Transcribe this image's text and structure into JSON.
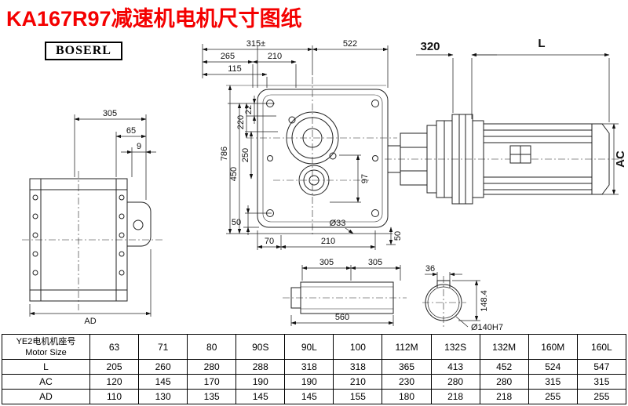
{
  "page": {
    "title": "KA167R97减速机电机尺寸图纸",
    "brand": "BOSERL"
  },
  "drawing": {
    "side_view": {
      "w305": "305",
      "w65": "65",
      "w9": "9",
      "ad": "AD"
    },
    "front_view": {
      "t315": "315±",
      "t522": "522",
      "t265": "265",
      "t210": "210",
      "t115": "115",
      "l22": "22",
      "l220": "220",
      "l250": "250",
      "l450": "450",
      "l786": "786",
      "r97": "97",
      "b50l": "50",
      "b70": "70",
      "b210": "210",
      "b33": "Ø33",
      "b50r": "50"
    },
    "motor_view": {
      "w320": "320",
      "len": "L",
      "ac": "AC"
    },
    "shaft_view": {
      "a305": "305",
      "b305": "305",
      "len560": "560"
    },
    "bore_view": {
      "key36": "36",
      "h1484": "148.4",
      "bore": "Ø140H7"
    }
  },
  "table": {
    "header_cn": "YE2电机机座号",
    "header_en": "Motor Size",
    "sizes": [
      "63",
      "71",
      "80",
      "90S",
      "90L",
      "100",
      "112M",
      "132S",
      "132M",
      "160M",
      "160L"
    ],
    "rows": [
      {
        "label": "L",
        "values": [
          "205",
          "260",
          "280",
          "288",
          "318",
          "318",
          "365",
          "413",
          "452",
          "524",
          "547"
        ]
      },
      {
        "label": "AC",
        "values": [
          "120",
          "145",
          "170",
          "190",
          "190",
          "210",
          "230",
          "280",
          "280",
          "315",
          "315"
        ]
      },
      {
        "label": "AD",
        "values": [
          "110",
          "130",
          "135",
          "145",
          "145",
          "155",
          "180",
          "218",
          "218",
          "255",
          "255"
        ]
      }
    ]
  }
}
